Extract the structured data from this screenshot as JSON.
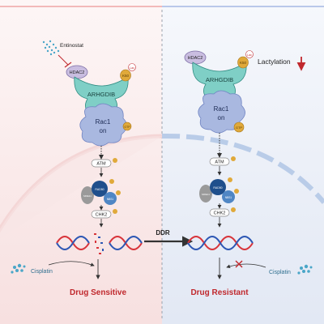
{
  "left": {
    "drug": "Entinostat",
    "hdac": "HDAC2",
    "acetyl_mark": "Lac",
    "lysine": "K50",
    "arhgdib": "ARHGDIB",
    "rac1_line1": "Rac1",
    "rac1_line2": "on",
    "gtp": "GTP",
    "atm": "ATM",
    "mrn_a": "MRE11",
    "mrn_b": "RAD50",
    "mrn_c": "NBS1",
    "chk2": "CHK2",
    "cisplatin": "Cisplatin",
    "outcome": "Drug Sensitive"
  },
  "right": {
    "hdac": "HDAC2",
    "acetyl_mark": "Lac",
    "lysine": "K50",
    "arhgdib": "ARHGDIB",
    "lactylation": "Lactylation",
    "rac1_line1": "Rac1",
    "rac1_line2": "on",
    "gtp": "GTP",
    "atm": "ATM",
    "mrn_a": "MRE11",
    "mrn_b": "RAD50",
    "mrn_c": "NBS1",
    "chk2": "CHK2",
    "cisplatin": "Cisplatin",
    "outcome": "Drug Resistant"
  },
  "center": {
    "arrow_label": "DDR"
  },
  "colors": {
    "outcome_red": "#c0282d",
    "arhgdib_teal": "#7fcfc6",
    "rac1_blue": "#a9b8e0",
    "hdac_purple": "#c9bde0",
    "gtp_gold": "#e0a93a",
    "dna_red": "#d8343a",
    "dna_blue": "#2d57b4",
    "left_bg": "#fbeeee",
    "right_bg": "#eef1f8"
  }
}
